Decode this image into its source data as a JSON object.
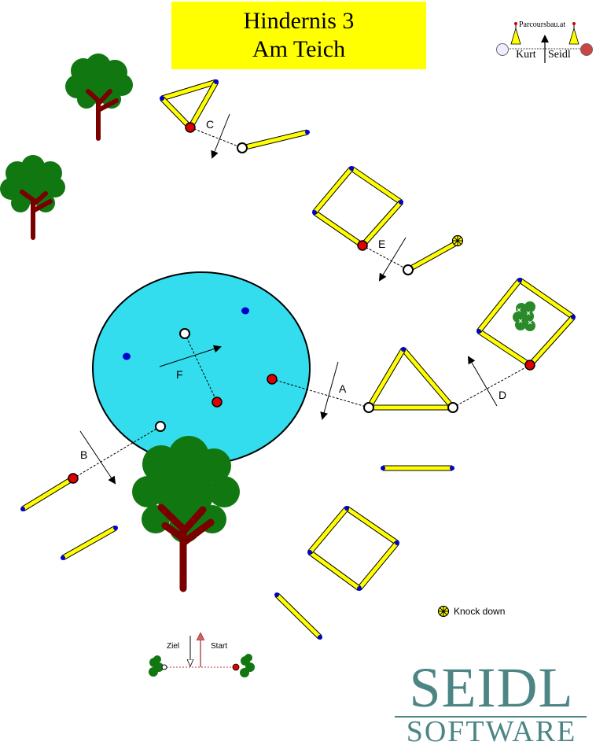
{
  "title": {
    "line1": "Hindernis 3",
    "line2": "Am Teich"
  },
  "logo": {
    "site": "Parcoursbau.at",
    "first_name": "Kurt",
    "last_name": "Seidl"
  },
  "labels": {
    "a": "A",
    "b": "B",
    "c": "C",
    "d": "D",
    "e": "E",
    "f": "F"
  },
  "legend": {
    "knock_down": "Knock down"
  },
  "start_finish": {
    "finish": "Ziel",
    "start": "Start"
  },
  "brand": {
    "name": "SEIDL",
    "sub": "SOFTWARE"
  },
  "colors": {
    "pole_fill": "#ffff00",
    "pole_end": "#0000cc",
    "pond": "#33ddee",
    "flag_red": "#dd0000",
    "tree_green": "#117711",
    "tree_trunk": "#7a0000",
    "brand": "#4d8585"
  }
}
